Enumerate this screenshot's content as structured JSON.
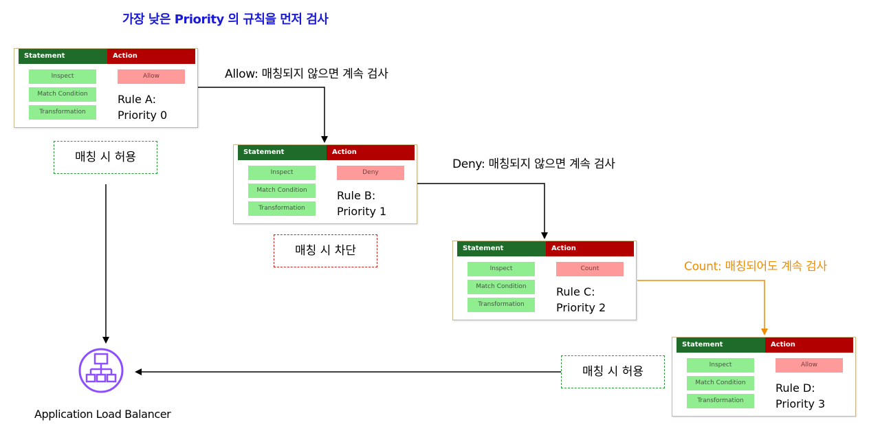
{
  "title": "가장 낮은 Priority 의 규칙을 먼저 검사",
  "headers": {
    "statement": "Statement",
    "action": "Action"
  },
  "statement_items": [
    "Inspect",
    "Match Condition",
    "Transformation"
  ],
  "rules": [
    {
      "action": "Allow",
      "name": "Rule A:",
      "priority": "Priority 0"
    },
    {
      "action": "Deny",
      "name": "Rule B:",
      "priority": "Priority 1"
    },
    {
      "action": "Count",
      "name": "Rule C:",
      "priority": "Priority 2"
    },
    {
      "action": "Allow",
      "name": "Rule D:",
      "priority": "Priority 3"
    }
  ],
  "notes": {
    "allow": "Allow: 매칭되지 않으면 계속 검사",
    "deny": "Deny: 매칭되지 않으면 계속 검사",
    "count": "Count: 매칭되어도 계속 검사"
  },
  "outcomes": {
    "a_match": "매칭 시 허용",
    "b_match": "매칭 시 차단",
    "d_match": "매칭 시 허용"
  },
  "alb": {
    "label": "Application Load Balancer",
    "icon": "load-balancer-icon"
  },
  "colors": {
    "title": "#1a1ad6",
    "statement_header": "#1e6b2a",
    "action_header": "#b20000",
    "statement_chip": "#90ee90",
    "action_chip": "#ff9a9a",
    "count_note": "#f08c00",
    "alb": "#8c4fff"
  }
}
